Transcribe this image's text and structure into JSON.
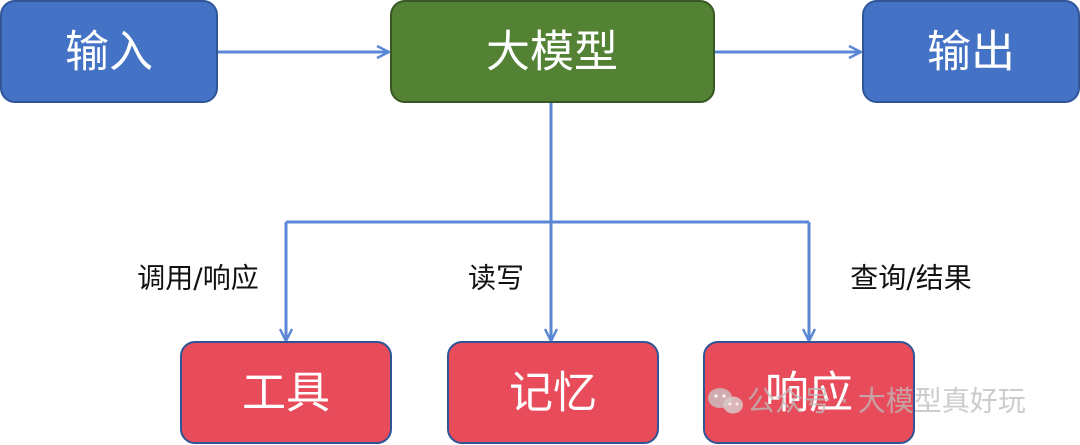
{
  "nodes": {
    "input": {
      "label": "输入",
      "color": "#4472c4",
      "border": "#2f5597"
    },
    "llm": {
      "label": "大模型",
      "color": "#548235",
      "border": "#385723"
    },
    "output": {
      "label": "输出",
      "color": "#4472c4",
      "border": "#2f5597"
    },
    "tools": {
      "label": "工具",
      "color": "#e84c5a",
      "border": "#2f5597"
    },
    "memory": {
      "label": "记忆",
      "color": "#e84c5a",
      "border": "#2f5597"
    },
    "response": {
      "label": "响应",
      "color": "#e84c5a",
      "border": "#2f5597"
    }
  },
  "edges": {
    "tools_label": "调用/响应",
    "memory_label": "读写",
    "response_label": "查询/结果",
    "color": "#5b87d6"
  },
  "watermark": {
    "text": "公众号 · 大模型真好玩",
    "icon": "wechat-icon"
  }
}
